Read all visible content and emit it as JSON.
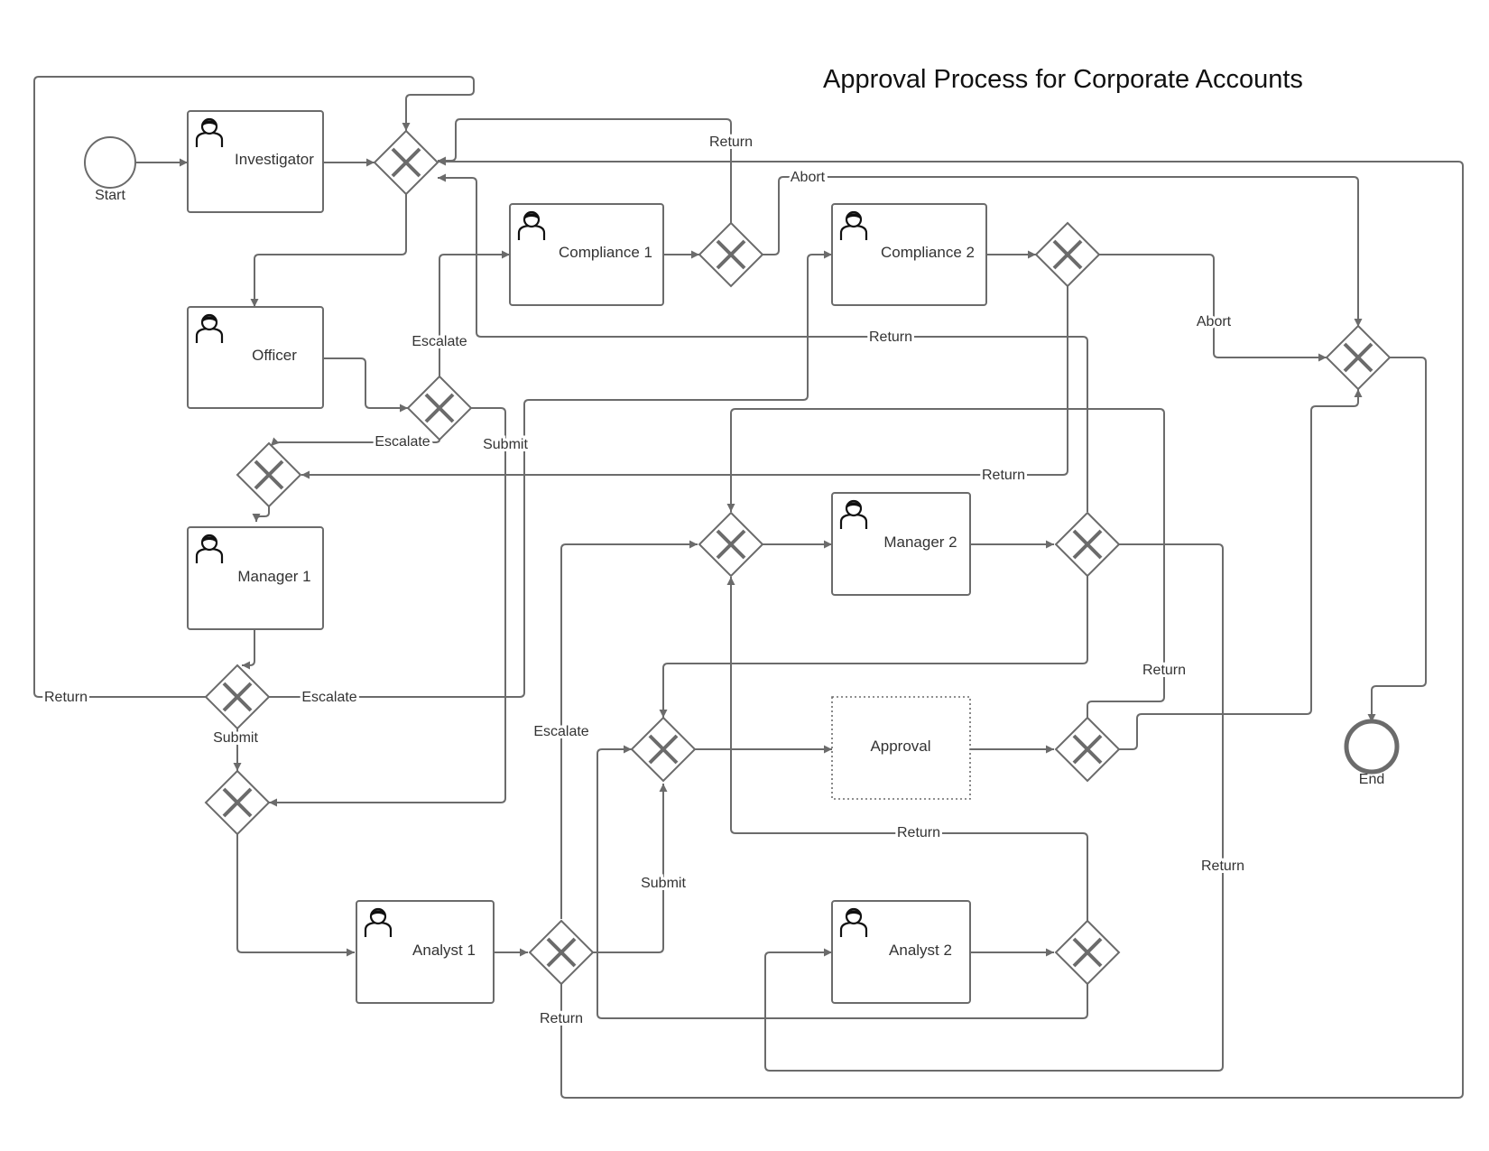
{
  "title": "Approval Process for Corporate Accounts",
  "colors": {
    "stroke": "#6b6b6b",
    "text": "#333333",
    "icon": "#111111",
    "background": "#ffffff"
  },
  "events": {
    "start": "Start",
    "end": "End"
  },
  "tasks": {
    "investigator": "Investigator",
    "officer": "Officer",
    "compliance1": "Compliance 1",
    "compliance2": "Compliance 2",
    "manager1": "Manager 1",
    "manager2": "Manager 2",
    "approval": "Approval",
    "analyst1": "Analyst 1",
    "analyst2": "Analyst 2"
  },
  "flow_labels": {
    "return_comp1": "Return",
    "abort_comp1": "Abort",
    "escalate_officer": "Escalate",
    "return_m2_to_inv": "Return",
    "abort_comp2": "Abort",
    "escalate_officer_m1": "Escalate",
    "submit_officer": "Submit",
    "return_comp2": "Return",
    "return_m1": "Return",
    "escalate_m1": "Escalate",
    "submit_m1": "Submit",
    "return_approval": "Return",
    "escalate_a1": "Escalate",
    "return_a2": "Return",
    "submit_a1": "Submit",
    "return_m2": "Return",
    "return_a1": "Return"
  },
  "icons": {
    "user": "user-icon",
    "gateway": "exclusive-gateway-icon"
  }
}
